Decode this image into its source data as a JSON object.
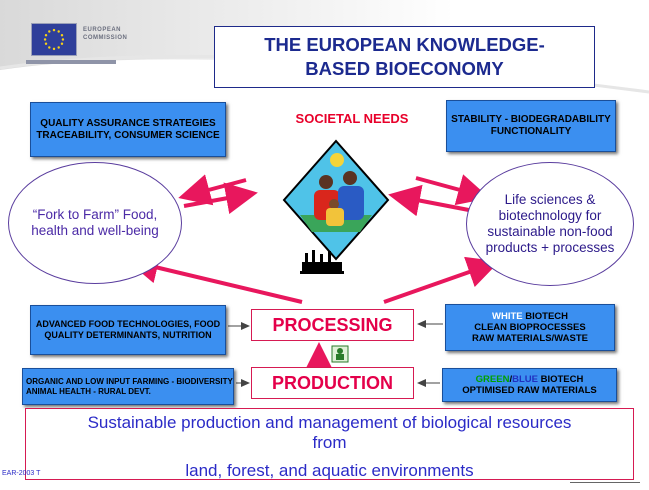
{
  "header": {
    "eu_logo_line1": "EUROPEAN",
    "eu_logo_line2": "COMMISSION",
    "title": "THE EUROPEAN KNOWLEDGE-BASED BIOECONOMY"
  },
  "top_left_box": "QUALITY ASSURANCE STRATEGIES TRACEABILITY, CONSUMER SCIENCE",
  "top_right_box": "STABILITY - BIODEGRADABILITY FUNCTIONALITY",
  "societal_needs": "SOCIETAL NEEDS",
  "left_ellipse": "“Fork to Farm” Food, health and well-being",
  "right_ellipse": "Life sciences & biotechnology for sustainable non-food products + processes",
  "processing": "PROCESSING",
  "production": "PRODUCTION",
  "advanced_food_box": "ADVANCED FOOD TECHNOLOGIES, FOOD QUALITY DETERMINANTS, NUTRITION",
  "white_biotech_box": {
    "word_white": "WHITE",
    "line1_rest": " BIOTECH",
    "line2": "CLEAN BIOPROCESSES",
    "line3": "RAW MATERIALS/WASTE"
  },
  "organic_box": "ORGANIC AND LOW INPUT FARMING - BIODIVERSITY ANIMAL HEALTH - RURAL DEVT.",
  "green_blue_box": {
    "word_green": "GREEN",
    "slash": "/",
    "word_blue": "BLUE",
    "line1_rest": " BIOTECH",
    "line2": "OPTIMISED RAW MATERIALS"
  },
  "sustainable": {
    "line1": "Sustainable production and management of biological resources",
    "line2": "from",
    "line3": "land, forest, and aquatic environments"
  },
  "footer_code": "EAR-2003 T",
  "colors": {
    "box_blue": "#3b8ff0",
    "arrow_pink": "#e8175d",
    "title_navy": "#1c2a8f",
    "white_word": "#ffffff",
    "green_word": "#00a000",
    "blue_word": "#2030c0"
  }
}
